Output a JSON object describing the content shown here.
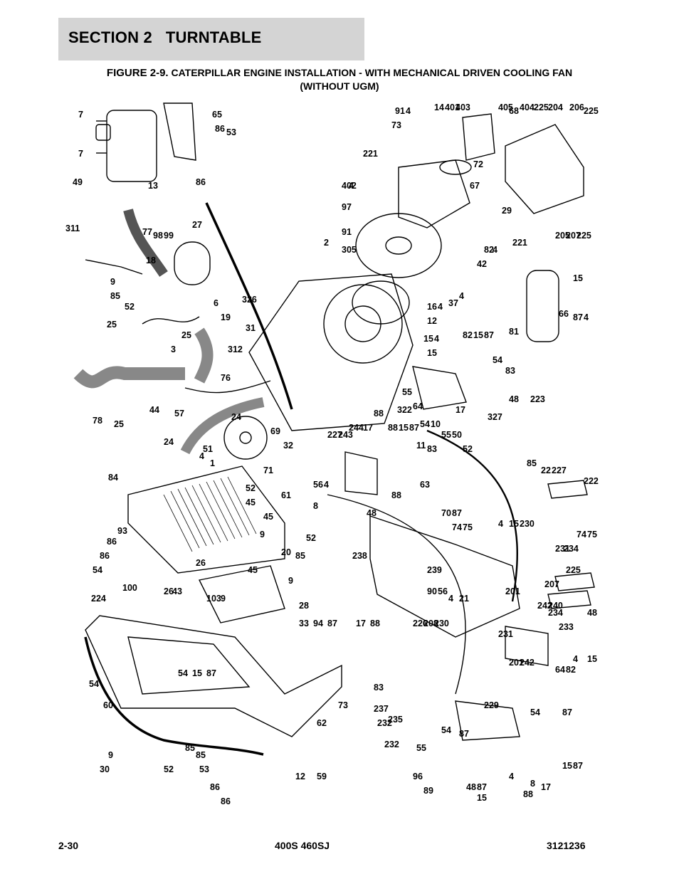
{
  "header": {
    "section": "SECTION 2",
    "title": "TURNTABLE"
  },
  "figure": {
    "number": "FIGURE 2-9.",
    "caption_line1": "CATERPILLAR ENGINE INSTALLATION  - WITH MECHANICAL DRIVEN COOLING FAN",
    "caption_line2": "(WITHOUT UGM)"
  },
  "callouts": [
    "7",
    "65",
    "86",
    "53",
    "7",
    "49",
    "13",
    "86",
    "311",
    "77",
    "98",
    "99",
    "27",
    "18",
    "85",
    "9",
    "52",
    "6",
    "19",
    "25",
    "25",
    "3",
    "326",
    "31",
    "312",
    "76",
    "78",
    "25",
    "44",
    "57",
    "24",
    "24",
    "51",
    "1",
    "4",
    "69",
    "32",
    "71",
    "84",
    "52",
    "45",
    "45",
    "61",
    "9",
    "93",
    "86",
    "86",
    "54",
    "100",
    "224",
    "26",
    "20",
    "26",
    "43",
    "103",
    "9",
    "45",
    "85",
    "52",
    "9",
    "28",
    "33",
    "94",
    "87",
    "54",
    "15",
    "87",
    "54",
    "60",
    "73",
    "62",
    "30",
    "9",
    "85",
    "52",
    "85",
    "53",
    "86",
    "86",
    "12",
    "59",
    "73",
    "91",
    "4",
    "14",
    "401",
    "403",
    "405",
    "68",
    "404",
    "225",
    "204",
    "206",
    "225",
    "221",
    "67",
    "72",
    "402",
    "4",
    "97",
    "91",
    "2",
    "305",
    "29",
    "205",
    "207",
    "225",
    "221",
    "42",
    "82",
    "4",
    "15",
    "37",
    "4",
    "16",
    "4",
    "12",
    "81",
    "66",
    "87",
    "4",
    "15",
    "4",
    "15",
    "82",
    "15",
    "87",
    "54",
    "83",
    "55",
    "64",
    "17",
    "88",
    "322",
    "327",
    "48",
    "223",
    "227",
    "243",
    "244",
    "17",
    "88",
    "15",
    "87",
    "54",
    "10",
    "11",
    "83",
    "55",
    "50",
    "52",
    "85",
    "22",
    "227",
    "222",
    "56",
    "4",
    "8",
    "88",
    "48",
    "63",
    "70",
    "87",
    "74",
    "75",
    "4",
    "15",
    "230",
    "231",
    "234",
    "74",
    "75",
    "238",
    "239",
    "90",
    "56",
    "4",
    "21",
    "201",
    "207",
    "225",
    "242",
    "240",
    "17",
    "88",
    "226",
    "208",
    "230",
    "231",
    "234",
    "233",
    "48",
    "83",
    "237",
    "232",
    "235",
    "232",
    "229",
    "201",
    "242",
    "64",
    "82",
    "4",
    "15",
    "87",
    "54",
    "55",
    "54",
    "87",
    "96",
    "89",
    "48",
    "87",
    "15",
    "4",
    "88",
    "8",
    "17",
    "15",
    "87",
    "54",
    "83",
    "55"
  ],
  "footer": {
    "page": "2-30",
    "model": "400S 460SJ",
    "doc_number": "3121236"
  }
}
